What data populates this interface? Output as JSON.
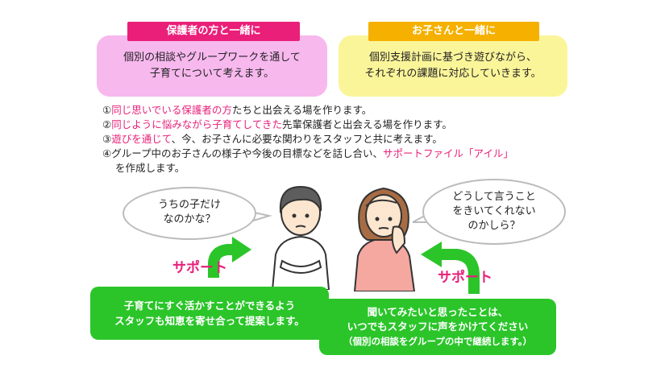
{
  "left_card": {
    "tag": "保護者の方と一緒に",
    "line1": "個別の相談やグループワークを通して",
    "line2": "子育てについて考えます。"
  },
  "right_card": {
    "tag": "お子さんと一緒に",
    "line1": "個別支援計画に基づき遊びながら、",
    "line2": "それぞれの課題に対応していきます。"
  },
  "points": {
    "p1": {
      "num": "①",
      "hl": "同じ思いでいる保護者の方",
      "rest": "たちと出会える場を作ります。"
    },
    "p2": {
      "num": "②",
      "hl": "同じように悩みながら子育てしてきた",
      "rest": "先輩保護者と出会える場を作ります。"
    },
    "p3": {
      "num": "③",
      "hl": "遊びを通じて",
      "rest": "、今、お子さんに必要な関わりをスタッフと共に考えます。"
    },
    "p4": {
      "num": "④",
      "pre": "グループ中のお子さんの様子や今後の目標などを話し合い、",
      "hl": "サポートファイル「アイル」",
      "cont": "を作成します。"
    }
  },
  "bubble_left": {
    "line1": "うちの子だけ",
    "line2": "なのかな？"
  },
  "bubble_right": {
    "line1": "どうして言うこと",
    "line2": "をきいてくれない",
    "line3": "のかしら？"
  },
  "support_label": "サポート",
  "green_left": {
    "line1": "子育てにすぐ活かすことができるよう",
    "line2": "スタッフも知恵を寄せ合って提案します。"
  },
  "green_right": {
    "line1": "聞いてみたいと思ったことは、",
    "line2": "いつでもスタッフに声をかけてください",
    "line3": "（個別の相談をグループの中で継続します。）"
  },
  "colors": {
    "pink": "#e8207a",
    "green": "#2bc52a",
    "orange": "#f5b000",
    "card_pink": "#f7b8ee",
    "card_yellow": "#fbf59a"
  }
}
